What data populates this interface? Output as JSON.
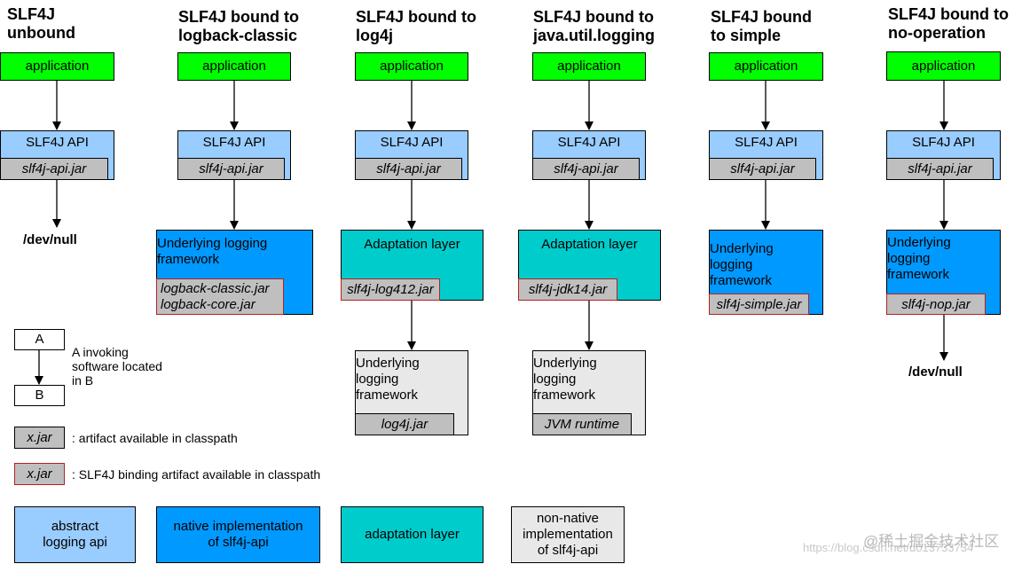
{
  "columns": [
    {
      "title_l1": "SLF4J",
      "title_l2": "unbound",
      "app": "application",
      "api": "SLF4J API",
      "api_jar": "slf4j-api.jar",
      "dev": "/dev/null"
    },
    {
      "title_l1": "SLF4J bound to",
      "title_l2": "logback-classic",
      "app": "application",
      "api": "SLF4J API",
      "api_jar": "slf4j-api.jar",
      "fw_l1": "Underlying logging",
      "fw_l2": "framework",
      "jar_l1": "logback-classic.jar",
      "jar_l2": "logback-core.jar"
    },
    {
      "title_l1": "SLF4J bound to",
      "title_l2": "log4j",
      "app": "application",
      "api": "SLF4J API",
      "api_jar": "slf4j-api.jar",
      "adapt": "Adaptation layer",
      "adapt_jar": "slf4j-log412.jar",
      "fw_l1": "Underlying",
      "fw_l2": "logging",
      "fw_l3": "framework",
      "fw_jar": "log4j.jar"
    },
    {
      "title_l1": "SLF4J bound to",
      "title_l2": "java.util.logging",
      "app": "application",
      "api": "SLF4J API",
      "api_jar": "slf4j-api.jar",
      "adapt": "Adaptation layer",
      "adapt_jar": "slf4j-jdk14.jar",
      "fw_l1": "Underlying",
      "fw_l2": "logging",
      "fw_l3": "framework",
      "fw_jar": "JVM runtime"
    },
    {
      "title_l1": "SLF4J bound",
      "title_l2": "to simple",
      "app": "application",
      "api": "SLF4J API",
      "api_jar": "slf4j-api.jar",
      "fw_l1": "Underlying",
      "fw_l2": "logging",
      "fw_l3": "framework",
      "fw_jar": "slf4j-simple.jar"
    },
    {
      "title_l1": "SLF4J bound to",
      "title_l2": "no-operation",
      "app": "application",
      "api": "SLF4J API",
      "api_jar": "slf4j-api.jar",
      "fw_l1": "Underlying",
      "fw_l2": "logging",
      "fw_l3": "framework",
      "fw_jar": "slf4j-nop.jar",
      "dev": "/dev/null"
    }
  ],
  "legend": {
    "box_a": "A",
    "box_b": "B",
    "invoke_l1": "A invoking",
    "invoke_l2": "software located",
    "invoke_l3": "in B",
    "jar_sample": "x.jar",
    "jar_desc": ": artifact available in classpath",
    "binding_sample": "x.jar",
    "binding_desc": ": SLF4J binding artifact available in classpath",
    "abstract_l1": "abstract",
    "abstract_l2": "logging api",
    "native_l1": "native implementation",
    "native_l2": "of slf4j-api",
    "adapt": "adaptation layer",
    "nonnative_l1": "non-native",
    "nonnative_l2": "implementation",
    "nonnative_l3": "of slf4j-api"
  },
  "watermark": {
    "brand": "@稀土掘金技术社区",
    "url": "https://blog.csdn.net/u013733734"
  },
  "colors": {
    "application": "#00ff00",
    "abstract_api": "#99ccff",
    "native": "#0099ff",
    "adaptation": "#00cccc",
    "non_native": "#e8e8e8",
    "jar": "#bfbfbf",
    "binding_border": "#b22222"
  }
}
